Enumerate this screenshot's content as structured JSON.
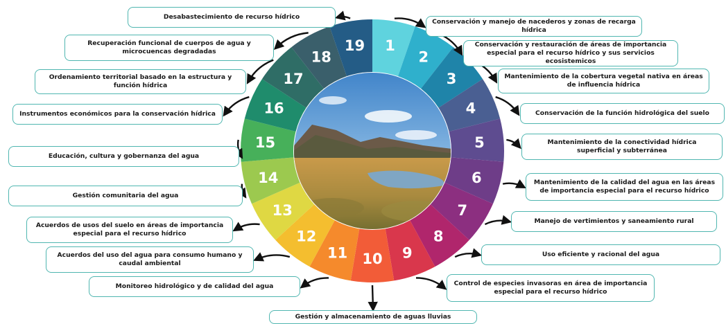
{
  "wheel": {
    "numbers": [
      "1",
      "2",
      "3",
      "4",
      "5",
      "6",
      "7",
      "8",
      "9",
      "10",
      "11",
      "12",
      "13",
      "14",
      "15",
      "16",
      "17",
      "18",
      "19"
    ],
    "segment_colors": [
      "#5fd3de",
      "#2fb0cc",
      "#1f84a9",
      "#4a5f92",
      "#5e4c90",
      "#6e3d88",
      "#8c2f80",
      "#b0266c",
      "#d9374c",
      "#f25c38",
      "#f58a2c",
      "#f4be2f",
      "#dfd843",
      "#9cc94f",
      "#47b05a",
      "#1f8c6c",
      "#2f6d66",
      "#3a5f6b",
      "#245c86"
    ]
  },
  "labels": [
    "Conservación y manejo de nacederos y zonas de recarga hídrica",
    "Conservación y restauración de áreas de importancia especial para el recurso hídrico y sus servicios ecosistemicos",
    "Mantenimiento de la cobertura vegetal nativa en áreas de influencia hídrica",
    "Conservación de la función hidrológica del suelo",
    "Mantenimiento de la conectividad hídrica superficial y subterránea",
    "Mantenimiento de la calidad del agua en las áreas de importancia especial para el recurso hídrico",
    "Manejo de vertimientos y saneamiento rural",
    "Uso eficiente y racional del agua",
    "Control de especies invasoras en área de importancia especial para el recurso hídrico",
    "Gestión y almacenamiento de aguas lluvias",
    "Monitoreo hidrológico y de calidad del agua",
    "Acuerdos del uso del agua para consumo humano y caudal ambiental",
    "Acuerdos de usos del suelo en áreas de importancia especial para el recurso hídrico",
    "Gestión comunitaria del agua",
    "Educación, cultura y gobernanza del agua",
    "Instrumentos económicos para la conservación hídrica",
    "Ordenamiento territorial basado en la estructura y función hídrica",
    "Recuperación funcional de cuerpos de agua y microcuencas degradadas",
    "Desabastecimiento de recurso hídrico"
  ],
  "colors": {
    "label_border": "#4fb6b0",
    "arrow": "#111111",
    "number_text": "#ffffff"
  }
}
